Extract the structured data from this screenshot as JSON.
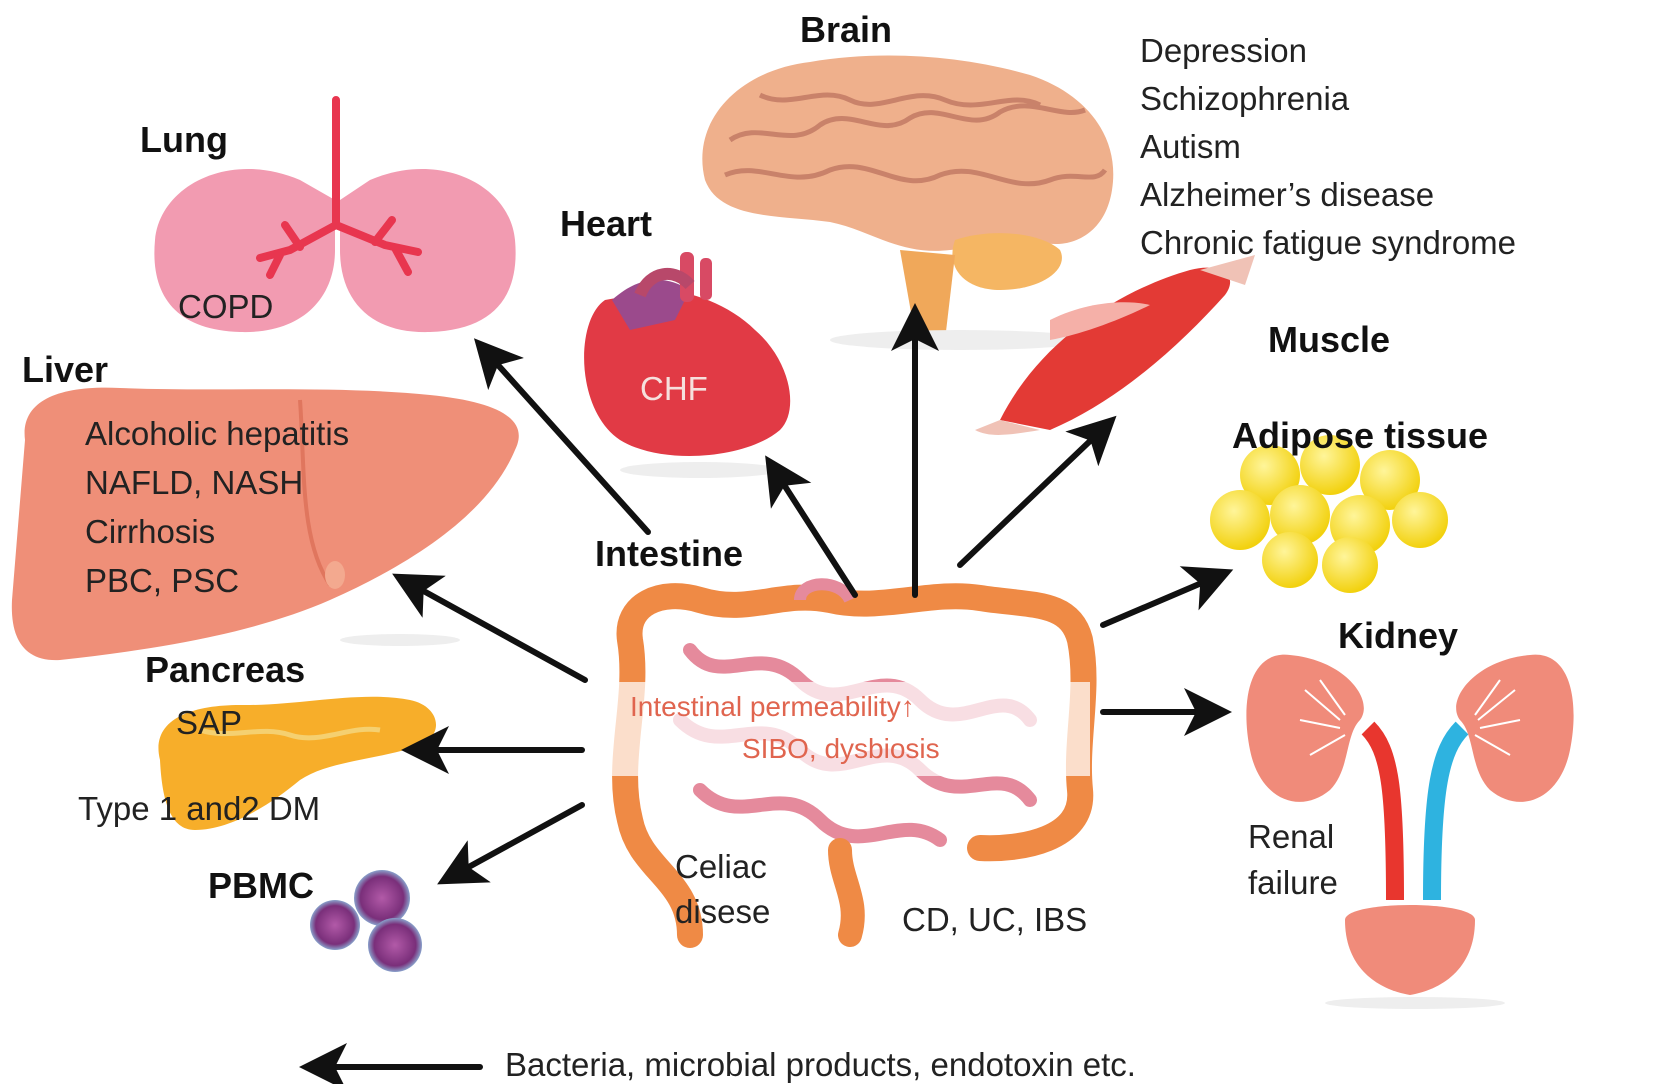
{
  "intestine": {
    "title": "Intestine",
    "permeability": "Intestinal permeability↑",
    "sibo": "SIBO, dysbiosis",
    "celiac": [
      "Celiac",
      "disese"
    ],
    "ibd": "CD, UC, IBS"
  },
  "brain": {
    "title": "Brain",
    "diseases": [
      "Depression",
      "Schizophrenia",
      "Autism",
      "Alzheimer’s disease",
      "Chronic fatigue syndrome"
    ]
  },
  "lung": {
    "title": "Lung",
    "disease": "COPD"
  },
  "heart": {
    "title": "Heart",
    "disease": "CHF"
  },
  "muscle": {
    "title": "Muscle"
  },
  "adipose": {
    "title": "Adipose tissue"
  },
  "liver": {
    "title": "Liver",
    "diseases": [
      "Alcoholic hepatitis",
      "NAFLD, NASH",
      "Cirrhosis",
      "PBC, PSC"
    ]
  },
  "pancreas": {
    "title": "Pancreas",
    "diseases": [
      "SAP",
      "Type 1 and2 DM"
    ]
  },
  "pbmc": {
    "title": "PBMC"
  },
  "kidney": {
    "title": "Kidney",
    "disease": [
      "Renal",
      "failure"
    ]
  },
  "legend": {
    "text": "Bacteria, microbial products, endotoxin etc."
  },
  "colors": {
    "arrow": "#111111",
    "intestine": "#ef8a45",
    "smallIntestine": "#e58a9c",
    "lung": "#f29bb1",
    "heart": "#e13a45",
    "brain": "#efb08c",
    "muscle": "#e33a35",
    "adipose": "#f7de1a",
    "liver": "#ef8f78",
    "pancreas": "#f7ae2a",
    "pbmc": "#8a3a8a",
    "kidney": "#f08b7a",
    "permText": "#e0654f"
  }
}
